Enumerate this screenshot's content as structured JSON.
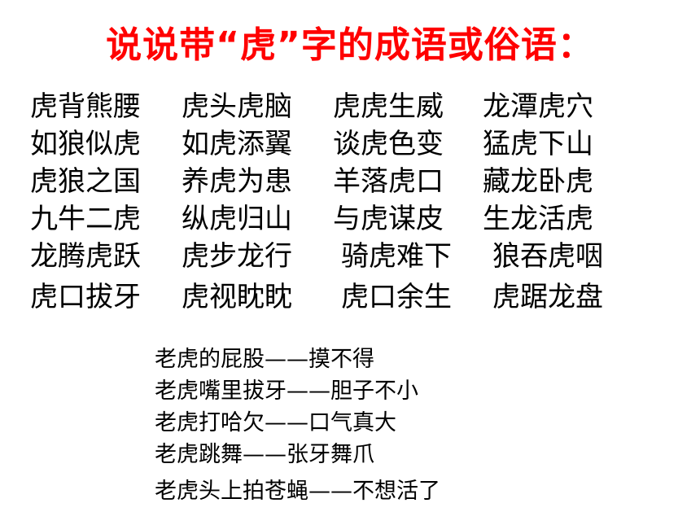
{
  "slide": {
    "title": "说说带“虎”字的成语或俗语：",
    "idioms": [
      [
        "虎背熊腰",
        "虎头虎脑",
        "虎虎生威",
        "龙潭虎穴"
      ],
      [
        "如狼似虎",
        "如虎添翼",
        "谈虎色变",
        "猛虎下山"
      ],
      [
        "虎狼之国",
        "养虎为患",
        "羊落虎口",
        "藏龙卧虎"
      ],
      [
        "九牛二虎",
        "纵虎归山",
        "与虎谋皮",
        "生龙活虎"
      ],
      [
        "龙腾虎跃",
        "虎步龙行",
        "骑虎难下",
        "狼吞虎咽"
      ],
      [
        "虎口拔牙",
        "虎视眈眈",
        "虎口余生",
        "虎踞龙盘"
      ]
    ],
    "sayings": [
      "老虎的屁股——摸不得",
      "老虎嘴里拔牙——胆子不小",
      "老虎打哈欠——口气真大",
      "老虎跳舞——张牙舞爪",
      "老虎头上拍苍蝇——不想活了"
    ]
  },
  "colors": {
    "title": "#ff0000",
    "text": "#000000",
    "background": "#ffffff"
  }
}
